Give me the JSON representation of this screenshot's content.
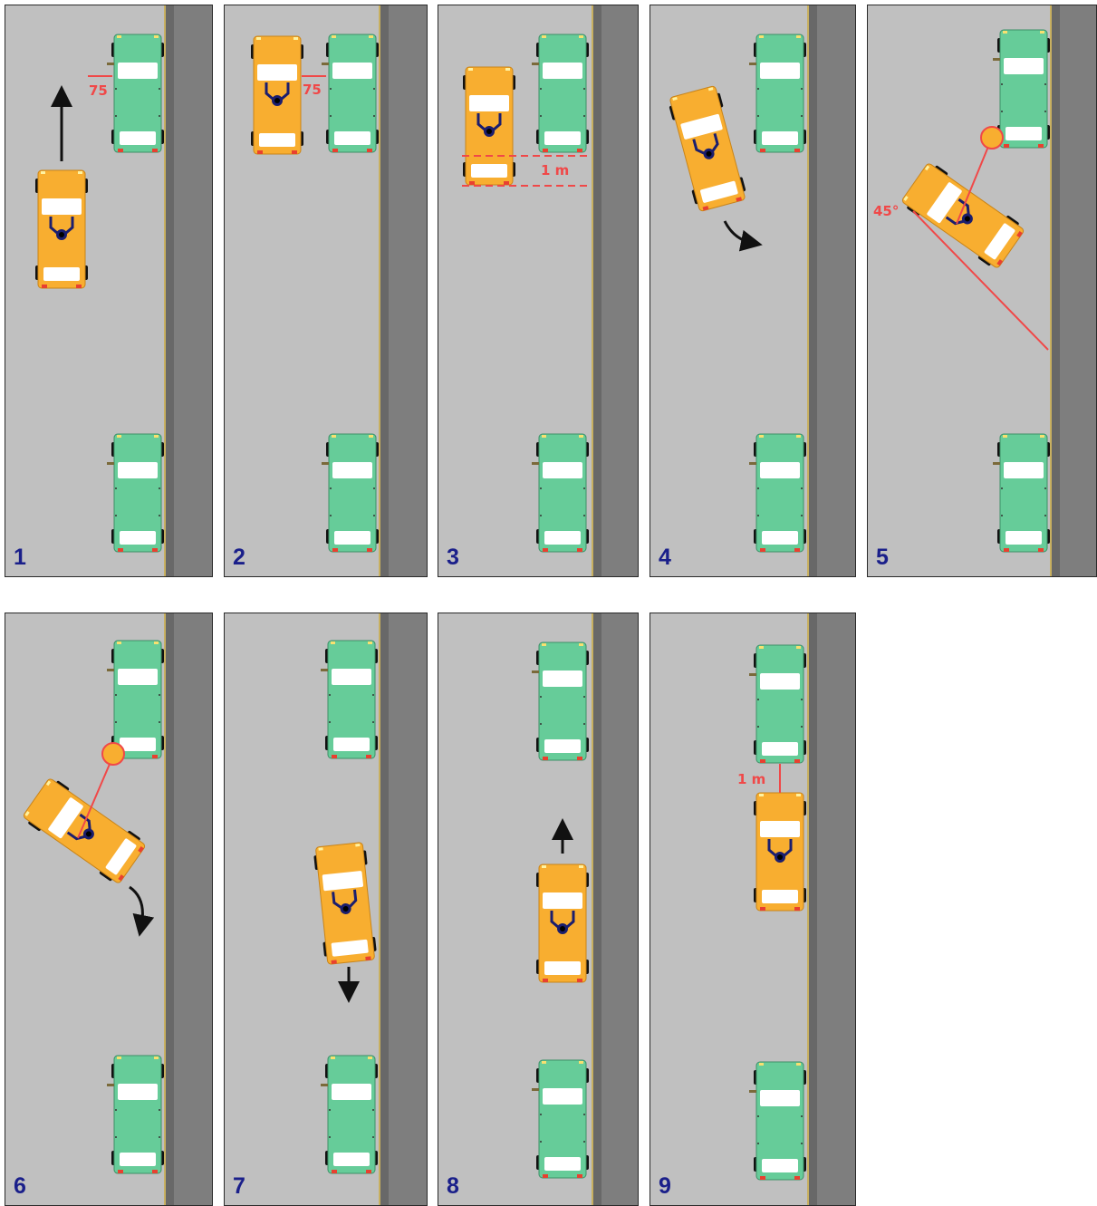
{
  "colors": {
    "road": "#c0c0c0",
    "curb": "#7e7e7e",
    "curb_edge": "#686868",
    "curb_line": "#c8b060",
    "parked_car": "#66cc99",
    "maneuvering_car": "#f8ae30",
    "window": "#ffffff",
    "tire": "#111111",
    "driver": "#1b1e6e",
    "measure": "#f04848",
    "arrow": "#111111",
    "step_number": "#1a1f8a"
  },
  "panels": [
    {
      "step": "1",
      "labels": [
        "75"
      ],
      "arrow": "forward"
    },
    {
      "step": "2",
      "labels": [
        "75"
      ]
    },
    {
      "step": "3",
      "labels": [
        "1 m"
      ]
    },
    {
      "step": "4",
      "arrow": "reverse-turn-right"
    },
    {
      "step": "5",
      "labels": [
        "45°"
      ]
    },
    {
      "step": "6",
      "arrow": "reverse-turn-left"
    },
    {
      "step": "7",
      "arrow": "reverse"
    },
    {
      "step": "8",
      "arrow": "forward"
    },
    {
      "step": "9",
      "labels": [
        "1 m"
      ]
    }
  ]
}
